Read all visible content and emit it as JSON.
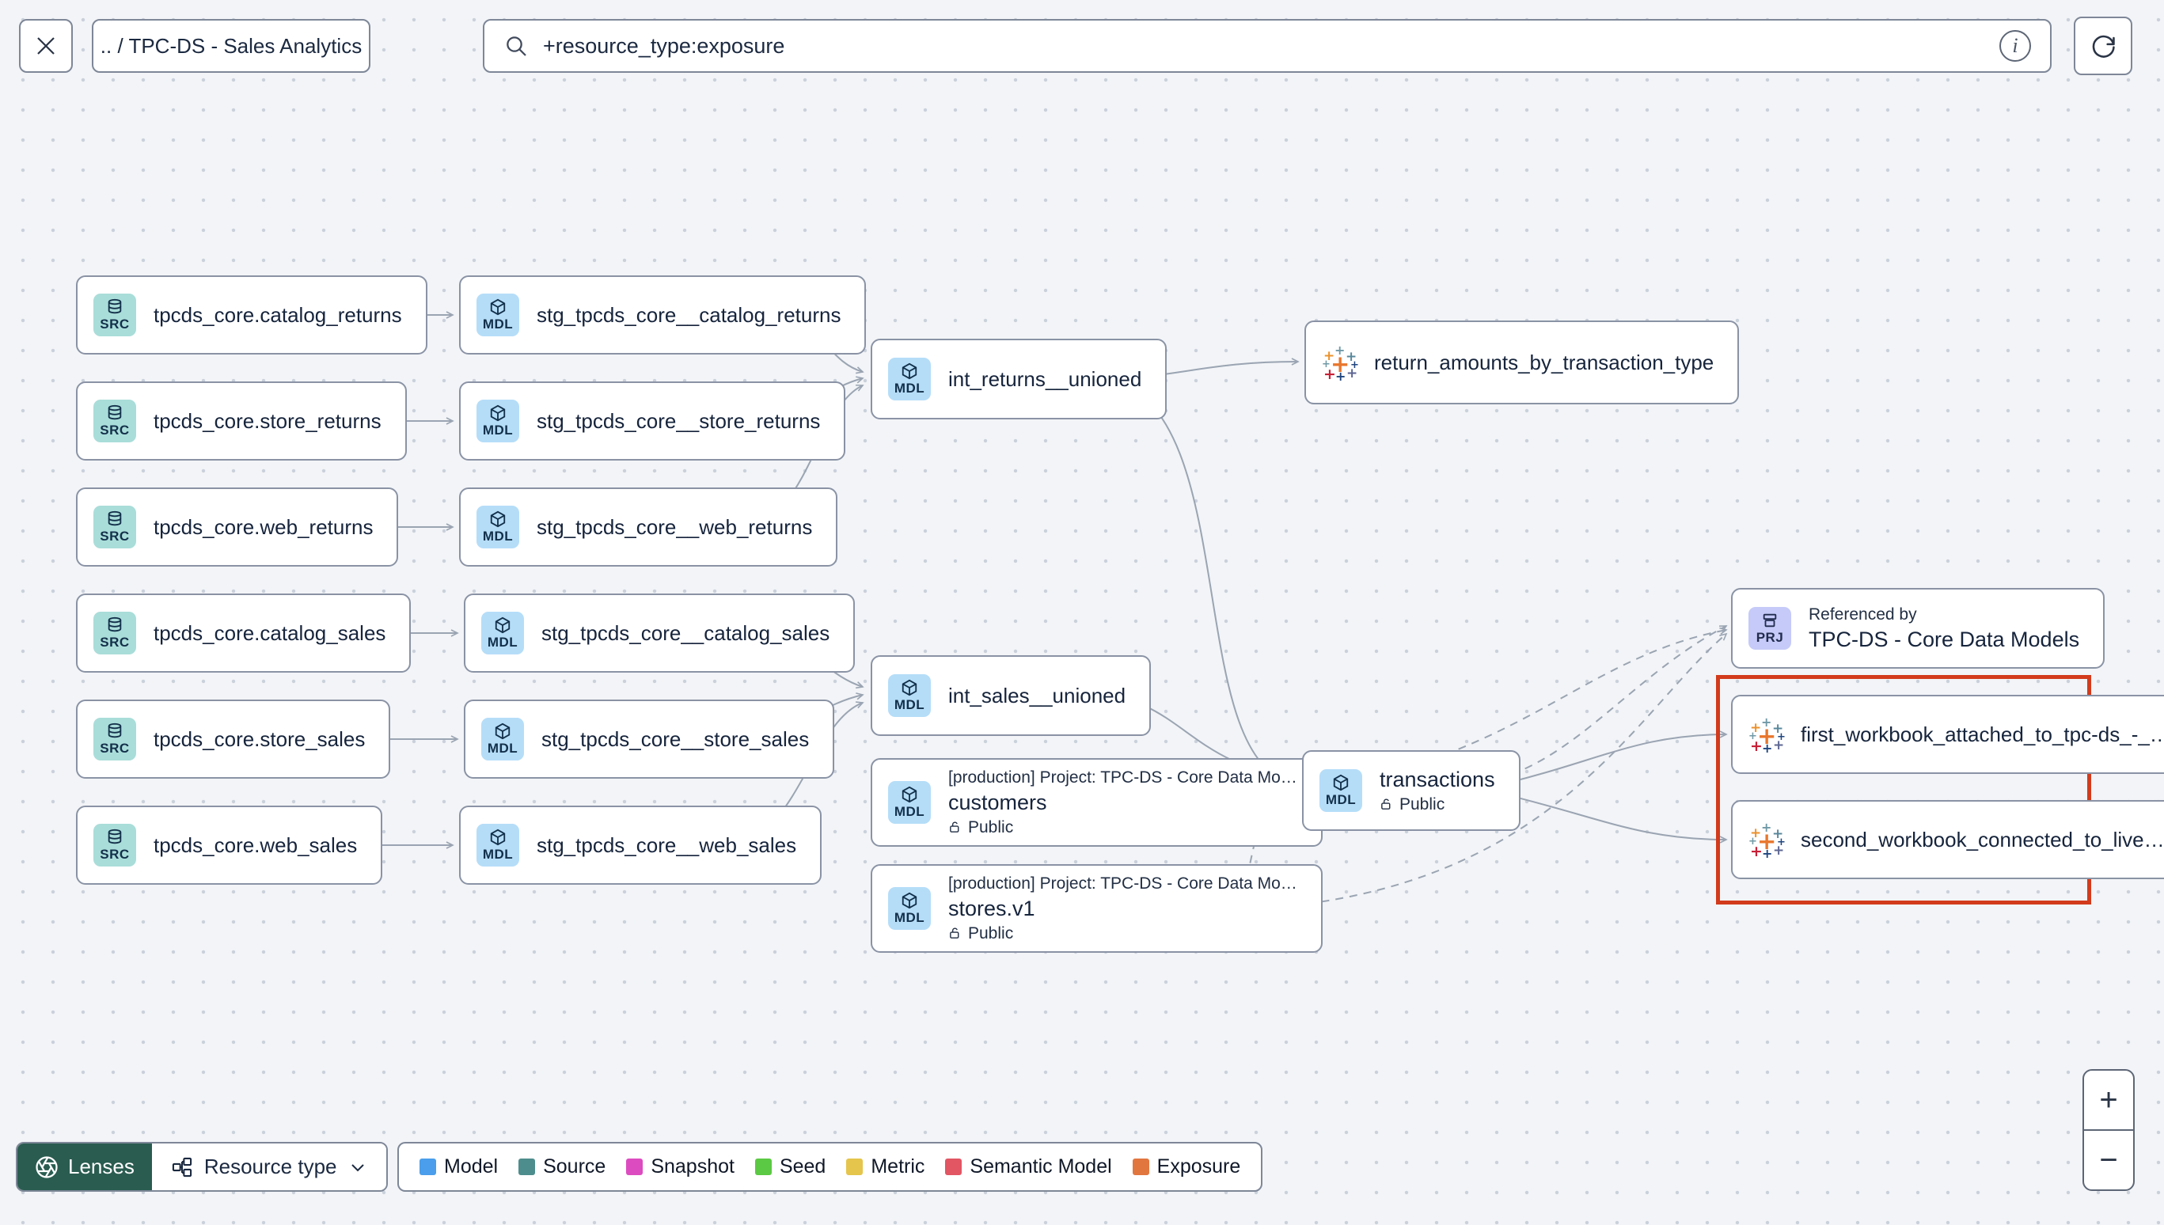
{
  "header": {
    "breadcrumb": ".. / TPC-DS - Sales Analytics",
    "search_value": "+resource_type:exposure"
  },
  "toolbar": {
    "lenses_label": "Lenses",
    "resource_type_label": "Resource type"
  },
  "legend": {
    "items": [
      {
        "label": "Model",
        "color": "#4a9eeb"
      },
      {
        "label": "Source",
        "color": "#4e8d8d"
      },
      {
        "label": "Snapshot",
        "color": "#dd4bc0"
      },
      {
        "label": "Seed",
        "color": "#5bc943"
      },
      {
        "label": "Metric",
        "color": "#e5c54b"
      },
      {
        "label": "Semantic Model",
        "color": "#e25563"
      },
      {
        "label": "Exposure",
        "color": "#e2763f"
      }
    ]
  },
  "zoom_controls": {
    "zoom_in": "+",
    "zoom_out": "−"
  },
  "colors": {
    "highlight_box": "#d23b1c",
    "src_badge_bg": "#a9ddd9",
    "mdl_badge_bg": "#b5ddf8",
    "prj_badge_bg": "#c5caf8",
    "lenses_bg": "#2a5c50",
    "edge": "#9aa4b2"
  },
  "graph": {
    "sources": [
      {
        "badge": "SRC",
        "label": "tpcds_core.catalog_returns"
      },
      {
        "badge": "SRC",
        "label": "tpcds_core.store_returns"
      },
      {
        "badge": "SRC",
        "label": "tpcds_core.web_returns"
      },
      {
        "badge": "SRC",
        "label": "tpcds_core.catalog_sales"
      },
      {
        "badge": "SRC",
        "label": "tpcds_core.store_sales"
      },
      {
        "badge": "SRC",
        "label": "tpcds_core.web_sales"
      }
    ],
    "staging": [
      {
        "badge": "MDL",
        "label": "stg_tpcds_core__catalog_returns"
      },
      {
        "badge": "MDL",
        "label": "stg_tpcds_core__store_returns"
      },
      {
        "badge": "MDL",
        "label": "stg_tpcds_core__web_returns"
      },
      {
        "badge": "MDL",
        "label": "stg_tpcds_core__catalog_sales"
      },
      {
        "badge": "MDL",
        "label": "stg_tpcds_core__store_sales"
      },
      {
        "badge": "MDL",
        "label": "stg_tpcds_core__web_sales"
      }
    ],
    "intermediate": {
      "returns": {
        "badge": "MDL",
        "label": "int_returns__unioned"
      },
      "sales": {
        "badge": "MDL",
        "label": "int_sales__unioned"
      }
    },
    "public_models": {
      "customers": {
        "badge": "MDL",
        "project": "[production] Project: TPC-DS - Core Data Mo…",
        "label": "customers",
        "access": "Public"
      },
      "stores": {
        "badge": "MDL",
        "project": "[production] Project: TPC-DS - Core Data Mo…",
        "label": "stores.v1",
        "access": "Public"
      },
      "transactions": {
        "badge": "MDL",
        "label": "transactions",
        "access": "Public"
      }
    },
    "exposures": {
      "return_amounts": {
        "label": "return_amounts_by_transaction_type"
      },
      "first_workbook": {
        "label": "first_workbook_attached_to_tpc-ds_-_…"
      },
      "second_workbook": {
        "label": "second_workbook_connected_to_live…"
      }
    },
    "reference": {
      "badge": "PRJ",
      "title": "Referenced by",
      "label": "TPC-DS - Core Data Models"
    }
  }
}
